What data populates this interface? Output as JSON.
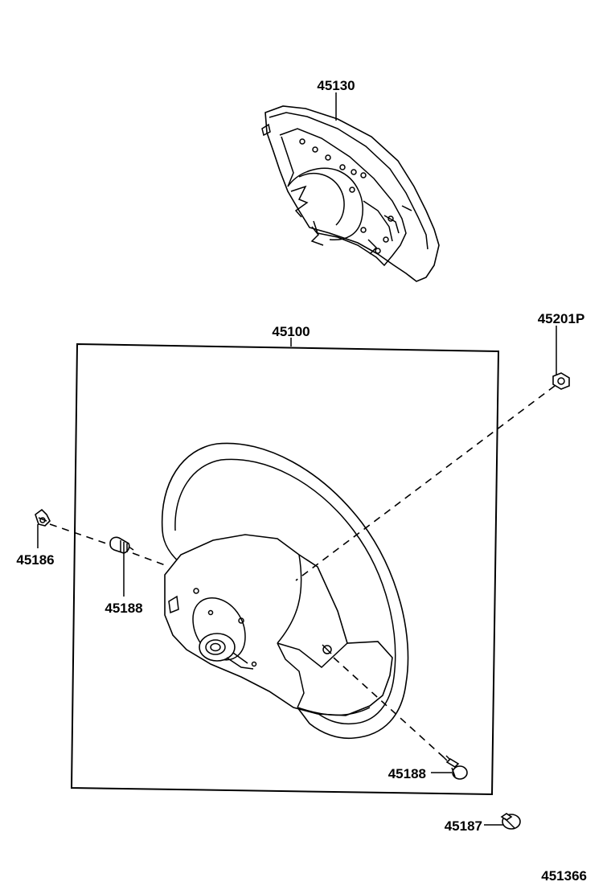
{
  "labels": {
    "pad": "45130",
    "wheel_assy": "45100",
    "nut_top": "45201P",
    "clip_left": "45186",
    "screw_left": "45188",
    "screw_right": "45188",
    "cap": "45187",
    "diagram_code": "451366"
  }
}
